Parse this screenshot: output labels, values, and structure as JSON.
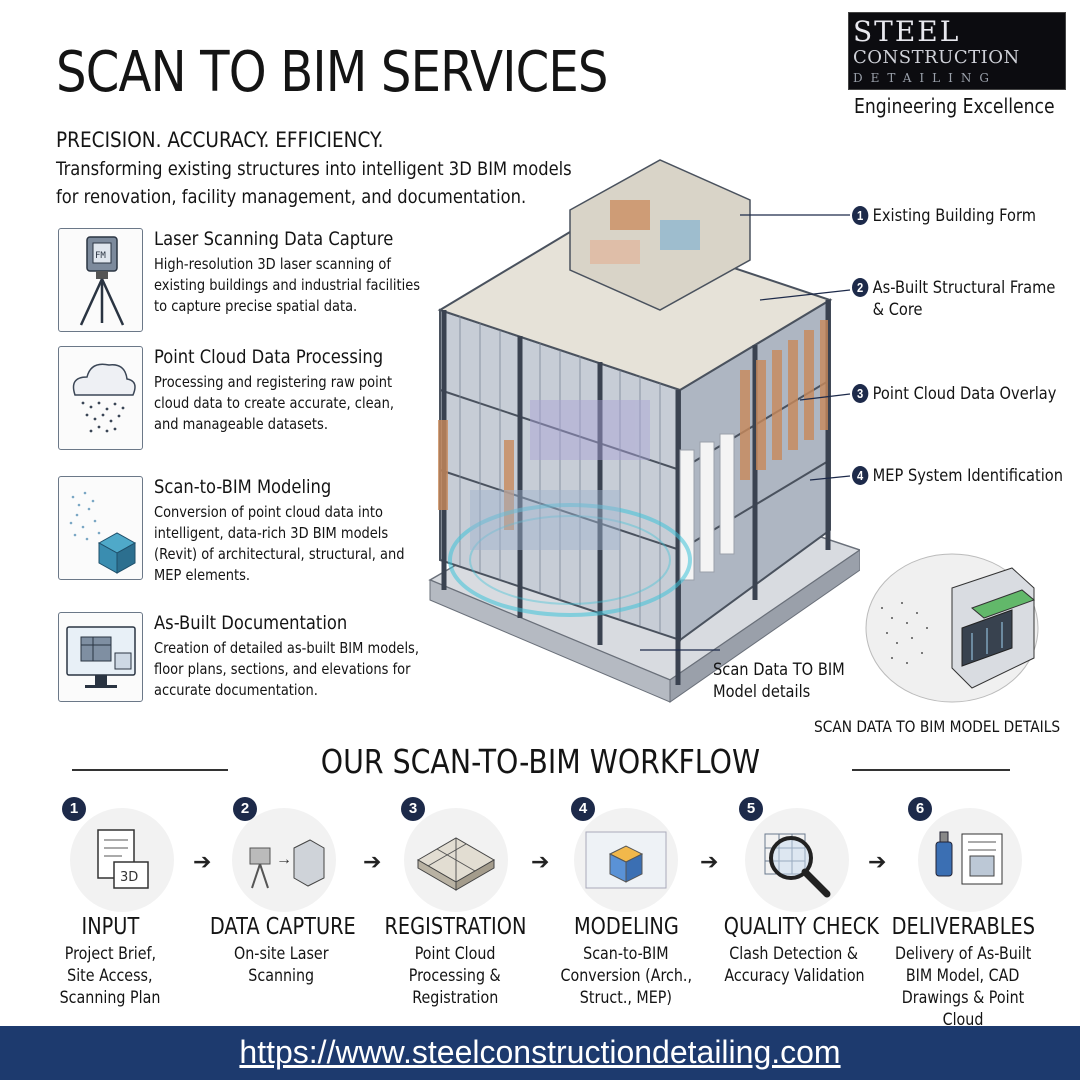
{
  "header": {
    "title": "SCAN TO BIM SERVICES",
    "logo_line1": "STEEL",
    "logo_line2": "CONSTRUCTION",
    "logo_line3": "DETAILING",
    "tagline": "Engineering Excellence"
  },
  "intro": {
    "subtitle": "PRECISION. ACCURACY. EFFICIENCY.",
    "line1": "Transforming existing structures into intelligent 3D BIM models",
    "line2": "for renovation, facility management, and documentation."
  },
  "services": [
    {
      "title": "Laser Scanning Data Capture",
      "lines": [
        "High-resolution 3D laser scanning of",
        "existing buildings and industrial facilities",
        "to capture precise spatial data."
      ],
      "icon": "laser-scanner-icon"
    },
    {
      "title": "Point Cloud Data Processing",
      "lines": [
        "Processing and registering raw point",
        "cloud data to create accurate, clean,",
        "and manageable datasets."
      ],
      "icon": "cloud-icon"
    },
    {
      "title": "Scan-to-BIM Modeling",
      "lines": [
        "Conversion of point cloud data into",
        "intelligent, data-rich 3D BIM models",
        "(Revit) of architectural, structural, and",
        "MEP elements."
      ],
      "icon": "bim-model-icon"
    },
    {
      "title": "As-Built Documentation",
      "lines": [
        "Creation of detailed as-built BIM models,",
        "floor plans, sections, and elevations for",
        "accurate documentation."
      ],
      "icon": "monitor-blueprint-icon"
    }
  ],
  "callouts": [
    {
      "num": "1",
      "text": "Existing Building Form"
    },
    {
      "num": "2",
      "text": "As-Built Structural Frame",
      "text2": "& Core"
    },
    {
      "num": "3",
      "text": "Point Cloud Data Overlay"
    },
    {
      "num": "4",
      "text": "MEP System Identification"
    }
  ],
  "scan_detail": {
    "label1": "Scan Data TO BIM",
    "label2": "Model details",
    "caption": "SCAN DATA TO BIM MODEL DETAILS"
  },
  "workflow": {
    "title": "OUR SCAN-TO-BIM WORKFLOW",
    "steps": [
      {
        "num": "1",
        "title": "INPUT",
        "desc": [
          "Project Brief,",
          "Site Access,",
          "Scanning Plan"
        ]
      },
      {
        "num": "2",
        "title": "DATA CAPTURE",
        "desc": [
          "On-site Laser",
          "Scanning"
        ]
      },
      {
        "num": "3",
        "title": "REGISTRATION",
        "desc": [
          "Point Cloud",
          "Processing &",
          "Registration"
        ]
      },
      {
        "num": "4",
        "title": "MODELING",
        "desc": [
          "Scan-to-BIM",
          "Conversion (Arch.,",
          "Struct., MEP)"
        ]
      },
      {
        "num": "5",
        "title": "QUALITY CHECK",
        "desc": [
          "Clash Detection &",
          "Accuracy Validation"
        ]
      },
      {
        "num": "6",
        "title": "DELIVERABLES",
        "desc": [
          "Delivery of As-Built",
          "BIM Model, CAD",
          "Drawings & Point Cloud"
        ]
      }
    ]
  },
  "footer": {
    "url": "https://www.steelconstructiondetailing.com"
  },
  "colors": {
    "navy": "#1d2a4a",
    "footer_blue": "#1d3a6e",
    "accent_teal": "#3ec3d8",
    "accent_orange": "#c98a5b"
  }
}
